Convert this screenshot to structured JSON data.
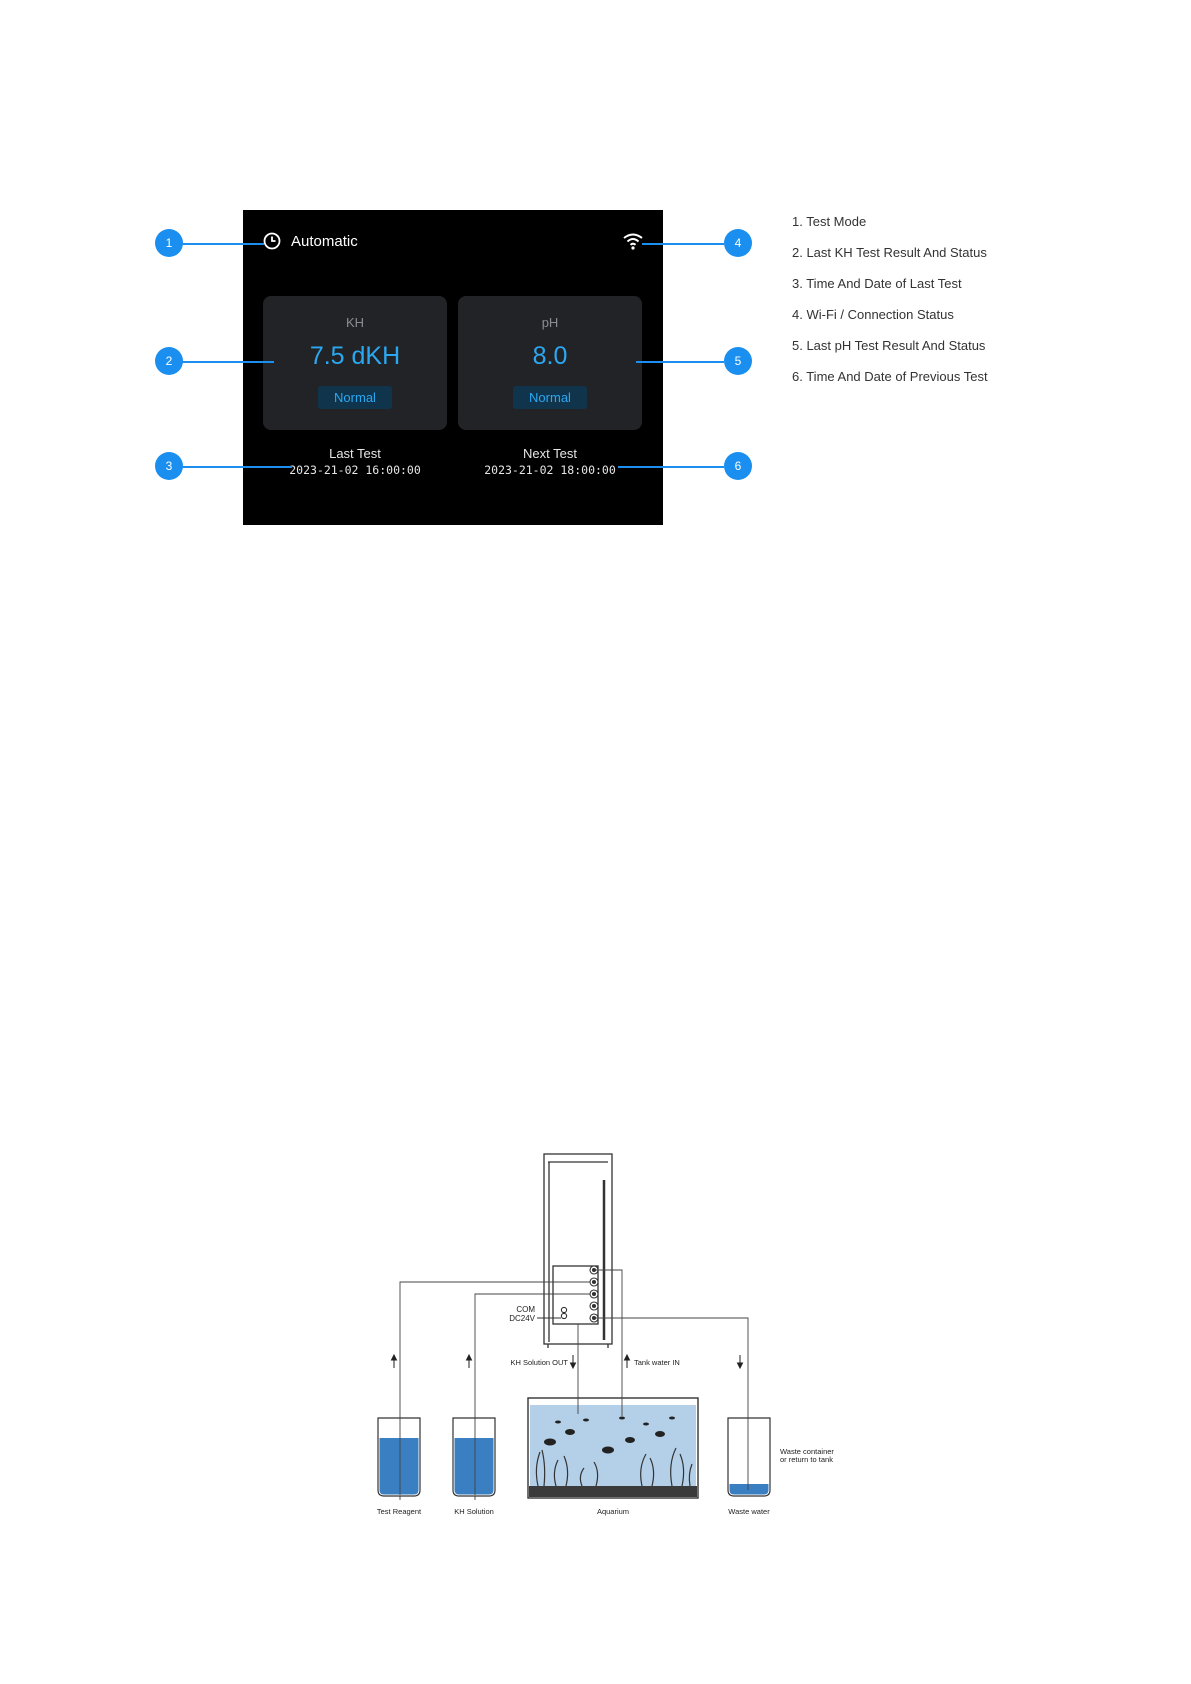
{
  "display": {
    "mode_label": "Automatic",
    "kh": {
      "title": "KH",
      "value": "7.5 dKH",
      "status": "Normal"
    },
    "ph": {
      "title": "pH",
      "value": "8.0",
      "status": "Normal"
    },
    "last_test": {
      "label": "Last Test",
      "time": "2023-21-02 16:00:00"
    },
    "next_test": {
      "label": "Next Test",
      "time": "2023-21-02 18:00:00"
    }
  },
  "callouts": [
    "1",
    "2",
    "3",
    "4",
    "5",
    "6"
  ],
  "legend": [
    "1.  Test Mode",
    "2.  Last KH Test Result And Status",
    "3.  Time And Date of Last Test",
    "4.  Wi-Fi / Connection Status",
    "5.  Last pH Test Result And Status",
    "6.  Time And Date of Previous Test"
  ],
  "diagram": {
    "port_labels": [
      "COM",
      "DC24V"
    ],
    "flow_labels": [
      "KH Solution OUT",
      "Tank water IN"
    ],
    "container_labels": [
      "Test Reagent",
      "KH Solution",
      "Aquarium",
      "Waste water"
    ],
    "waste_note": [
      "Waste container",
      "or return to tank"
    ]
  },
  "colors": {
    "accent": "#2aa8f2",
    "callout": "#1a8ff0",
    "water": "#3a7fc1"
  }
}
